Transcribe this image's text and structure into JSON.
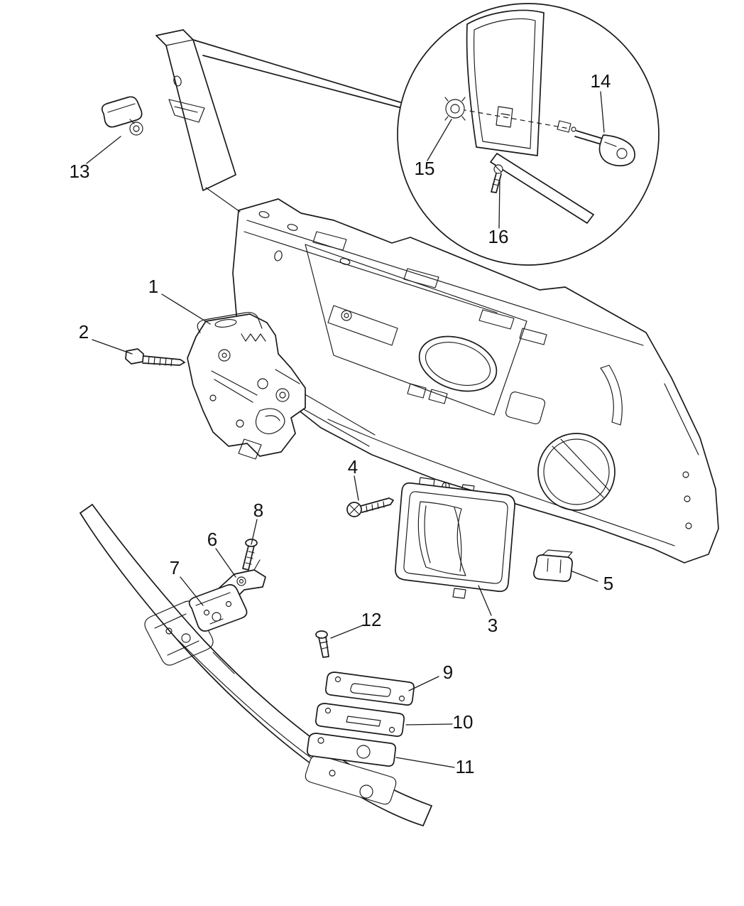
{
  "colors": {
    "line": "#1a1a1a",
    "background": "#ffffff"
  },
  "callouts": {
    "c1": "1",
    "c2": "2",
    "c3": "3",
    "c4": "4",
    "c5": "5",
    "c6": "6",
    "c7": "7",
    "c8": "8",
    "c9": "9",
    "c10": "10",
    "c11": "11",
    "c12": "12",
    "c13": "13",
    "c14": "14",
    "c15": "15",
    "c16": "16"
  }
}
